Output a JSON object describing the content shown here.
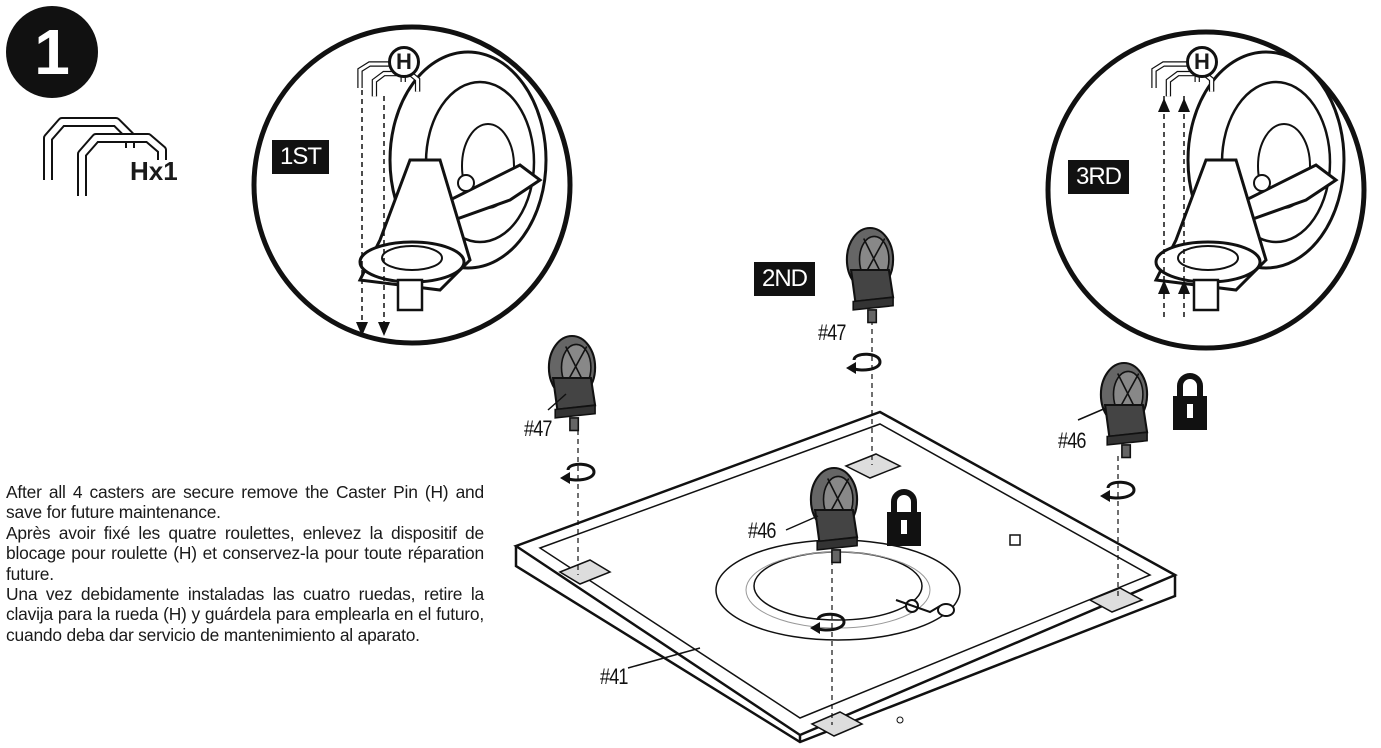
{
  "step": {
    "number": "1"
  },
  "hardware": {
    "quantity_label": "Hx1"
  },
  "steps_tags": {
    "first": "1ST",
    "second": "2ND",
    "third": "3RD"
  },
  "pin_letter": "H",
  "parts": {
    "caster_47_left": "#47",
    "caster_47_back": "#47",
    "caster_46_right": "#46",
    "caster_46_front": "#46",
    "base": "#41"
  },
  "instructions": {
    "en": "After all 4 casters are secure remove the Caster Pin (H) and save for future maintenance.",
    "fr": "Après avoir fixé les quatre roulettes, enlevez la dispositif de blocage pour roulette (H) et conservez-la pour toute réparation future.",
    "es": "Una vez debidamente instaladas las cuatro ruedas, retire la clavija para la rueda (H) y guárdela para emplearla en el futuro, cuando deba dar servicio de mantenimiento al aparato."
  },
  "icons": [
    "padlock-icon",
    "rotate-arrow-icon",
    "caster-pin-icon",
    "caster-wheel-icon"
  ],
  "colors": {
    "ink": "#111111",
    "fill_gray": "#555555",
    "light_gray": "#cfcfcf"
  }
}
